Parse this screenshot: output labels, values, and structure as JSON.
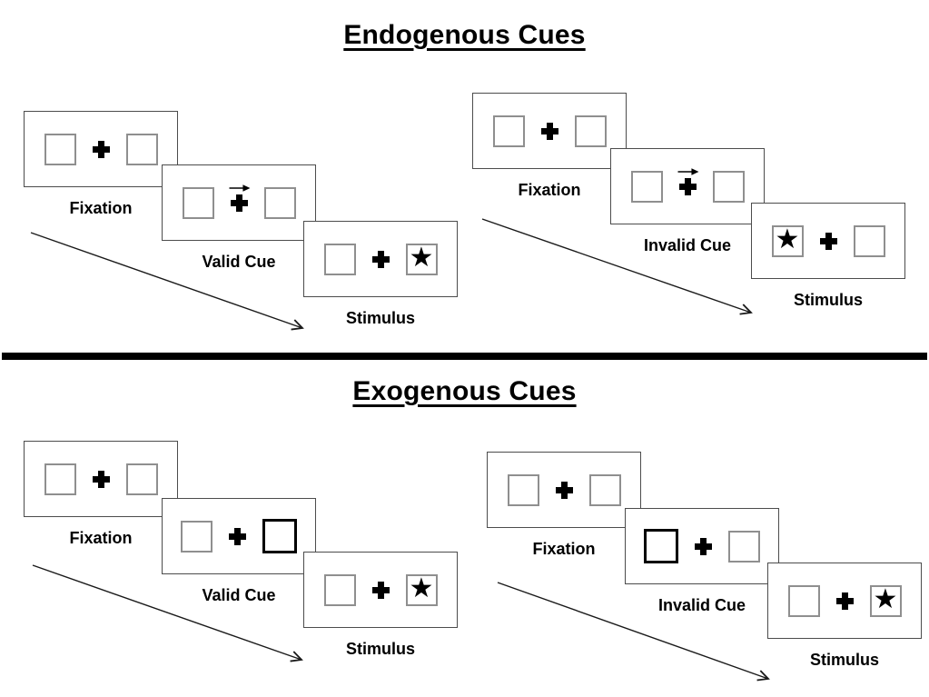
{
  "colors": {
    "background": "#ffffff",
    "ink": "#000000",
    "panel_border": "#4c4c4c",
    "box_border": "#8f8f8f"
  },
  "sections": [
    {
      "title": "Endogenous Cues",
      "trials": [
        {
          "name": "valid",
          "steps": [
            {
              "label": "Fixation",
              "left_glyph": "",
              "right_glyph": "",
              "left_style": "normal",
              "right_style": "normal",
              "has_cue_arrow": false
            },
            {
              "label": "Valid Cue",
              "left_glyph": "",
              "right_glyph": "",
              "left_style": "normal",
              "right_style": "normal",
              "has_cue_arrow": true,
              "cue_arrow_direction": "right"
            },
            {
              "label": "Stimulus",
              "left_glyph": "",
              "right_glyph": "★",
              "left_style": "normal",
              "right_style": "normal",
              "has_cue_arrow": false
            }
          ]
        },
        {
          "name": "invalid",
          "steps": [
            {
              "label": "Fixation",
              "left_glyph": "",
              "right_glyph": "",
              "left_style": "normal",
              "right_style": "normal",
              "has_cue_arrow": false
            },
            {
              "label": "Invalid Cue",
              "left_glyph": "",
              "right_glyph": "",
              "left_style": "normal",
              "right_style": "normal",
              "has_cue_arrow": true,
              "cue_arrow_direction": "right"
            },
            {
              "label": "Stimulus",
              "left_glyph": "★",
              "right_glyph": "",
              "left_style": "normal",
              "right_style": "normal",
              "has_cue_arrow": false
            }
          ]
        }
      ]
    },
    {
      "title": "Exogenous Cues",
      "trials": [
        {
          "name": "valid",
          "steps": [
            {
              "label": "Fixation",
              "left_glyph": "",
              "right_glyph": "",
              "left_style": "normal",
              "right_style": "normal",
              "has_cue_arrow": false
            },
            {
              "label": "Valid Cue",
              "left_glyph": "",
              "right_glyph": "",
              "left_style": "normal",
              "right_style": "bold",
              "has_cue_arrow": false
            },
            {
              "label": "Stimulus",
              "left_glyph": "",
              "right_glyph": "★",
              "left_style": "normal",
              "right_style": "normal",
              "has_cue_arrow": false
            }
          ]
        },
        {
          "name": "invalid",
          "steps": [
            {
              "label": "Fixation",
              "left_glyph": "",
              "right_glyph": "",
              "left_style": "normal",
              "right_style": "normal",
              "has_cue_arrow": false
            },
            {
              "label": "Invalid Cue",
              "left_glyph": "",
              "right_glyph": "",
              "left_style": "bold",
              "right_style": "normal",
              "has_cue_arrow": false
            },
            {
              "label": "Stimulus",
              "left_glyph": "",
              "right_glyph": "★",
              "left_style": "normal",
              "right_style": "normal",
              "has_cue_arrow": false
            }
          ]
        }
      ]
    }
  ]
}
